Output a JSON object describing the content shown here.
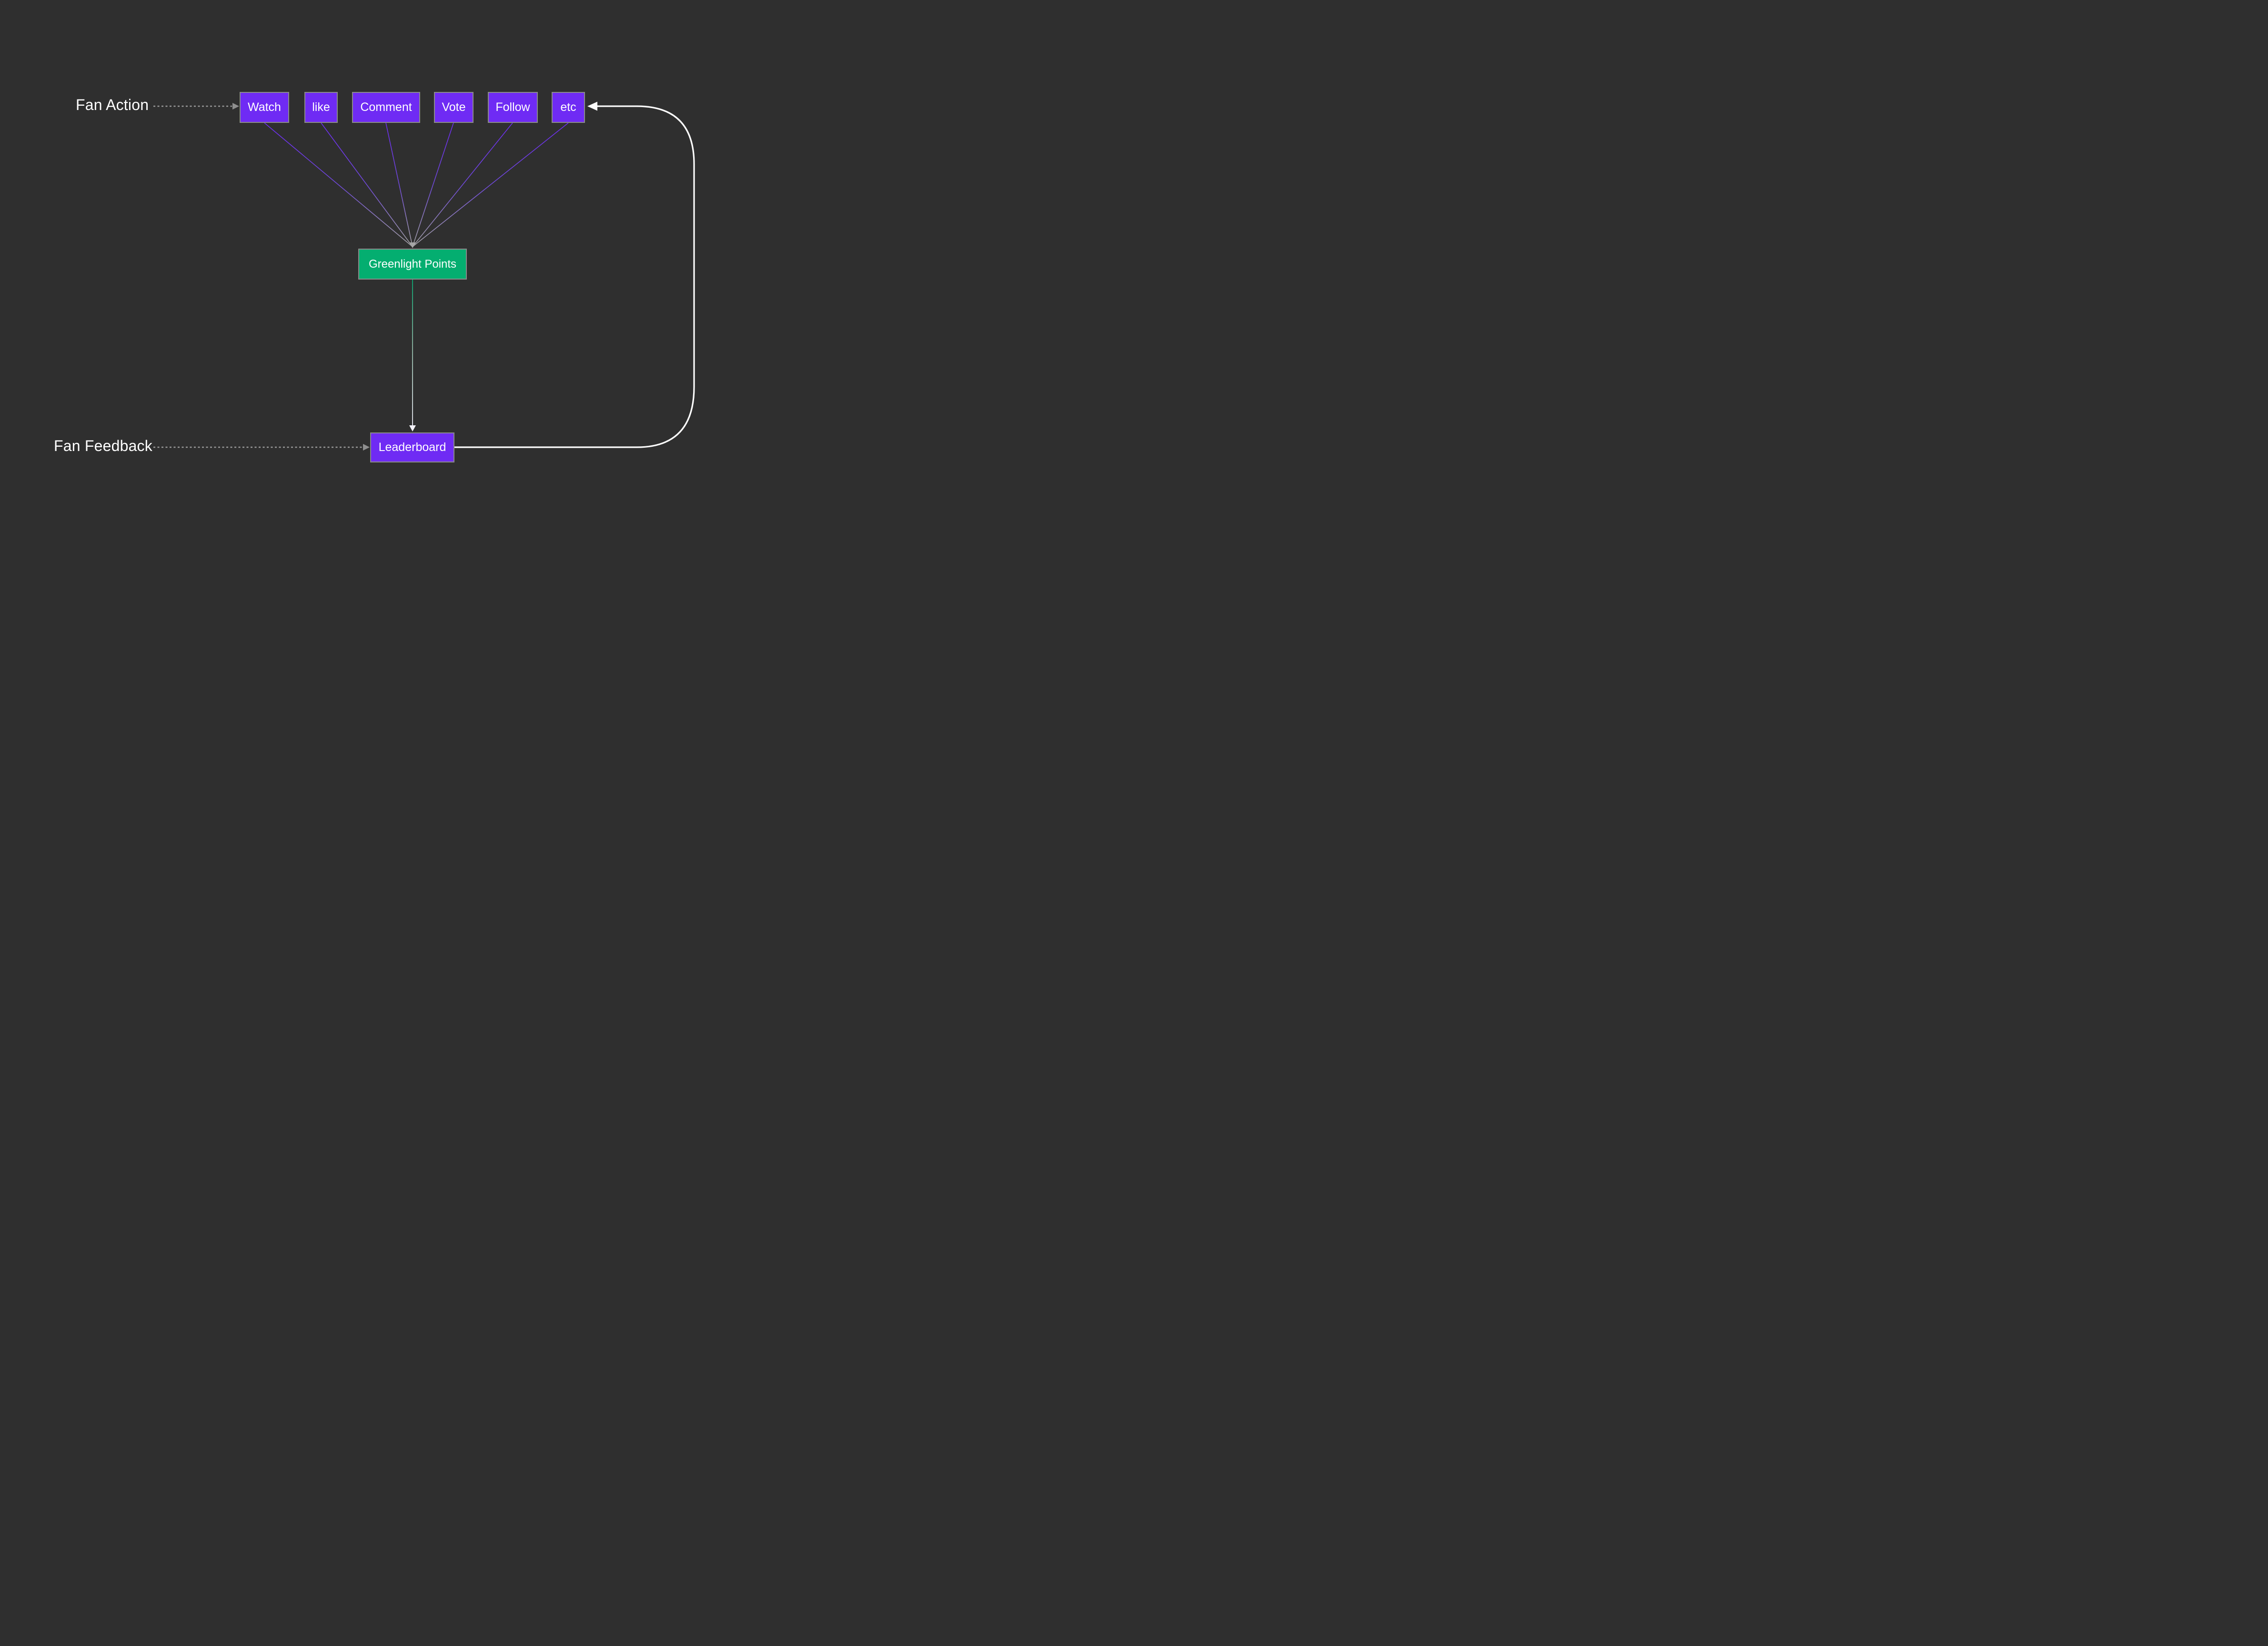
{
  "diagram": {
    "labels": {
      "fan_action": "Fan Action",
      "fan_feedback": "Fan Feedback"
    },
    "action_nodes": [
      {
        "label": "Watch"
      },
      {
        "label": "like"
      },
      {
        "label": "Comment"
      },
      {
        "label": "Vote"
      },
      {
        "label": "Follow"
      },
      {
        "label": "etc"
      }
    ],
    "points_node": {
      "label": "Greenlight Points"
    },
    "leaderboard_node": {
      "label": "Leaderboard"
    },
    "edges": [
      {
        "from": "Fan Action",
        "to": "Watch",
        "style": "dashed-gray-arrow"
      },
      {
        "from": "Watch",
        "to": "Greenlight Points",
        "style": "thin-purple-fade"
      },
      {
        "from": "like",
        "to": "Greenlight Points",
        "style": "thin-purple-fade"
      },
      {
        "from": "Comment",
        "to": "Greenlight Points",
        "style": "thin-purple-fade"
      },
      {
        "from": "Vote",
        "to": "Greenlight Points",
        "style": "thin-purple-fade"
      },
      {
        "from": "Follow",
        "to": "Greenlight Points",
        "style": "thin-purple-fade"
      },
      {
        "from": "etc",
        "to": "Greenlight Points",
        "style": "thin-purple-fade"
      },
      {
        "from": "Greenlight Points",
        "to": "Leaderboard",
        "style": "green-to-white-arrow"
      },
      {
        "from": "Fan Feedback",
        "to": "Leaderboard",
        "style": "dashed-gray-arrow"
      },
      {
        "from": "Leaderboard",
        "to": "etc",
        "style": "white-curved-loop-arrow"
      }
    ],
    "colors": {
      "background": "#2f2f2f",
      "action_node_fill": "#6f2bf4",
      "points_node_fill": "#04ae70",
      "node_border": "#8b8b8b",
      "connector_purple": "#6d2cf0",
      "connector_gray": "#999999",
      "connector_green": "#0aa871",
      "connector_white": "#fdfdfd",
      "text": "#ffffff"
    }
  }
}
